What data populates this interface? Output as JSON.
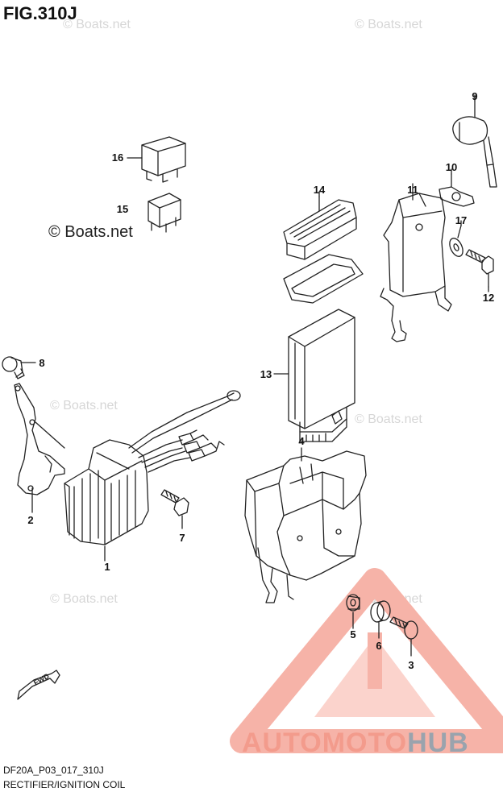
{
  "figure_title": "FIG.310J",
  "footer": {
    "code": "DF20A_P03_017_310J",
    "caption": "RECTIFIER/IGNITION COIL"
  },
  "watermarks": {
    "prominent": "© Boats.net",
    "faint": "© Boats.net"
  },
  "logo": {
    "part1": "AUTOMOTO",
    "part2": "HUB"
  },
  "fwd_label": "FWD",
  "callouts": [
    "1",
    "2",
    "3",
    "4",
    "5",
    "6",
    "7",
    "8",
    "9",
    "10",
    "11",
    "12",
    "13",
    "14",
    "15",
    "16",
    "17"
  ],
  "colors": {
    "line": "#222222",
    "logo_red": "#f39b8c",
    "logo_grey": "#9aa3ad",
    "watermark": "#d6d6d6"
  }
}
